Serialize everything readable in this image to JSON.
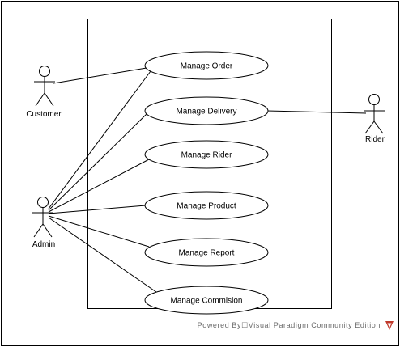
{
  "colors": {
    "stroke": "#000000",
    "ellipse_fill": "#ffffff",
    "footer_text": "#6b6b6b",
    "footer_logo": "#c0392b"
  },
  "actors": {
    "customer": {
      "label": "Customer",
      "icon": "stick-figure-icon"
    },
    "admin": {
      "label": "Admin",
      "icon": "stick-figure-icon"
    },
    "rider": {
      "label": "Rider",
      "icon": "stick-figure-icon"
    }
  },
  "use_cases": [
    {
      "label": "Manage Order"
    },
    {
      "label": "Manage Delivery"
    },
    {
      "label": "Manage Rider"
    },
    {
      "label": "Manage Product"
    },
    {
      "label": "Manage Report"
    },
    {
      "label": "Manage Commision"
    }
  ],
  "associations": [
    [
      "customer",
      "Manage Order"
    ],
    [
      "rider",
      "Manage Delivery"
    ],
    [
      "admin",
      "Manage Order"
    ],
    [
      "admin",
      "Manage Delivery"
    ],
    [
      "admin",
      "Manage Rider"
    ],
    [
      "admin",
      "Manage Product"
    ],
    [
      "admin",
      "Manage Report"
    ],
    [
      "admin",
      "Manage Commision"
    ]
  ],
  "footer": {
    "text": "Powered By☐Visual Paradigm Community Edition",
    "logo_icon": "visual-paradigm-logo-icon"
  }
}
